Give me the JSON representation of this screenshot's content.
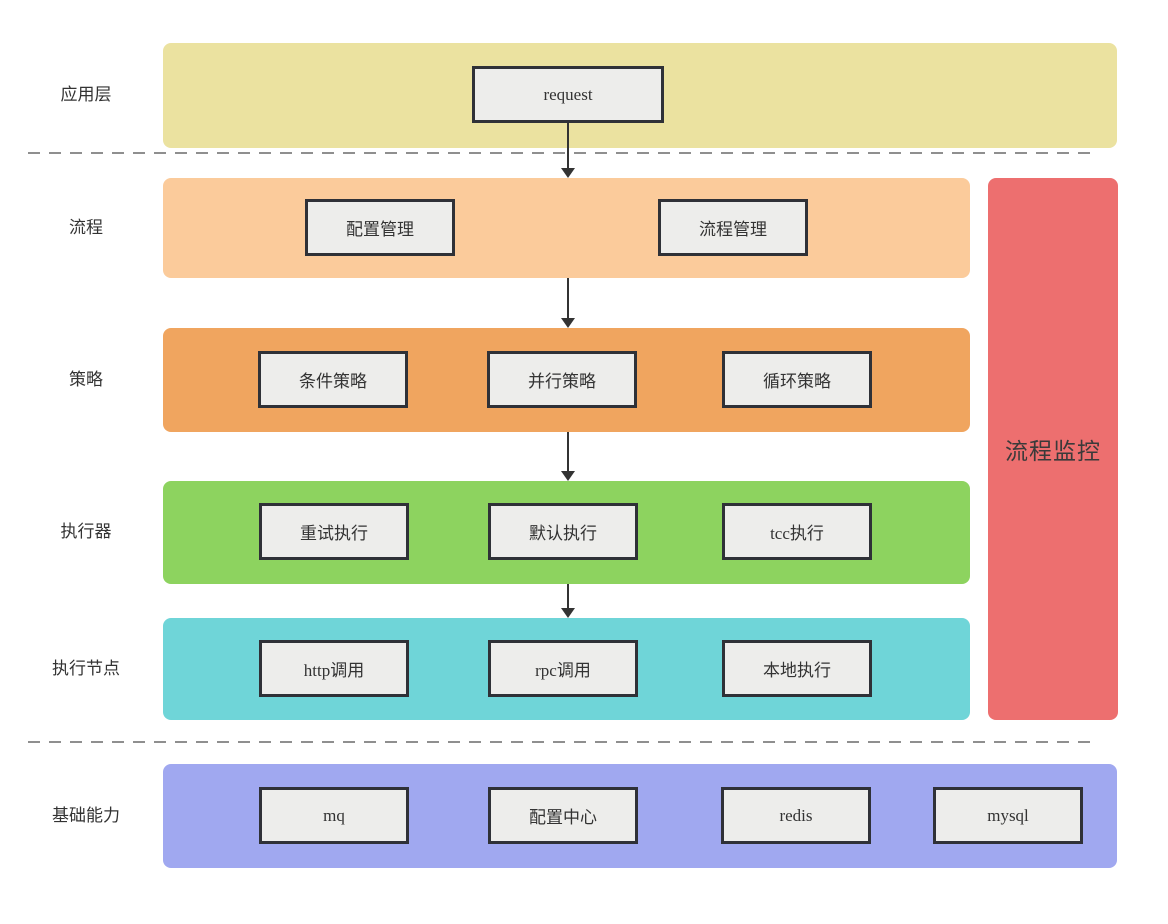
{
  "diagram": {
    "monitor": {
      "label": "流程监控",
      "color": "#ED6F6F"
    },
    "layers": [
      {
        "id": "application",
        "label": "应用层",
        "color": "#EBE2A0",
        "boxes": [
          "request"
        ]
      },
      {
        "id": "flow",
        "label": "流程",
        "color": "#FBCB9B",
        "boxes": [
          "配置管理",
          "流程管理"
        ]
      },
      {
        "id": "strategy",
        "label": "策略",
        "color": "#F0A55F",
        "boxes": [
          "条件策略",
          "并行策略",
          "循环策略"
        ]
      },
      {
        "id": "executor",
        "label": "执行器",
        "color": "#8DD35F",
        "boxes": [
          "重试执行",
          "默认执行",
          "tcc执行"
        ]
      },
      {
        "id": "exec-node",
        "label": "执行节点",
        "color": "#6FD5D8",
        "boxes": [
          "http调用",
          "rpc调用",
          "本地执行"
        ]
      },
      {
        "id": "foundation",
        "label": "基础能力",
        "color": "#A0A8F0",
        "boxes": [
          "mq",
          "配置中心",
          "redis",
          "mysql"
        ]
      }
    ],
    "colors": {
      "node_fill": "#EDEDEB",
      "node_border": "#2F3137",
      "text": "#333333",
      "dashed_separator": "#8F8F8F",
      "arrow": "#333333",
      "background": "#FFFFFF"
    }
  }
}
